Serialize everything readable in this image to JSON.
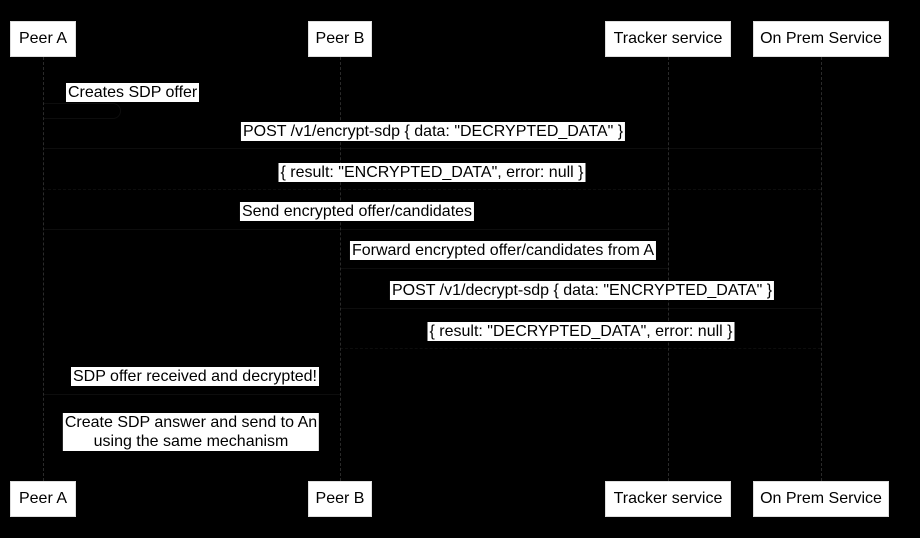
{
  "diagram_type": "sequence-diagram",
  "colors": {
    "background": "#000000",
    "box_fill": "#ffffff",
    "box_border": "#dedede",
    "text": "#000000",
    "lifeline": "#2a2a2a"
  },
  "participants": [
    {
      "name": "Peer A"
    },
    {
      "name": "Peer B"
    },
    {
      "name": "Tracker service"
    },
    {
      "name": "On Prem Service"
    }
  ],
  "messages": [
    {
      "text": "Creates SDP offer",
      "from": "Peer A",
      "to": "Peer A"
    },
    {
      "text": "POST /v1/encrypt-sdp { data: \"DECRYPTED_DATA\" }",
      "from": "Peer A",
      "to": "On Prem Service"
    },
    {
      "text": "{ result: \"ENCRYPTED_DATA\", error: null }",
      "from": "On Prem Service",
      "to": "Peer A"
    },
    {
      "text": "Send encrypted offer/candidates",
      "from": "Peer A",
      "to": "Tracker service"
    },
    {
      "text": "Forward encrypted offer/candidates from A",
      "from": "Tracker service",
      "to": "Peer B"
    },
    {
      "text": "POST /v1/decrypt-sdp { data: \"ENCRYPTED_DATA\" }",
      "from": "Peer B",
      "to": "On Prem Service"
    },
    {
      "text": "{ result: \"DECRYPTED_DATA\", error: null }",
      "from": "On Prem Service",
      "to": "Peer B"
    },
    {
      "text": "SDP offer received and decrypted!",
      "from": "Peer B",
      "to": "Peer A"
    },
    {
      "text": "Create SDP answer and send to An\nusing the same mechanism",
      "from": "Peer A",
      "to": "Peer B"
    }
  ]
}
